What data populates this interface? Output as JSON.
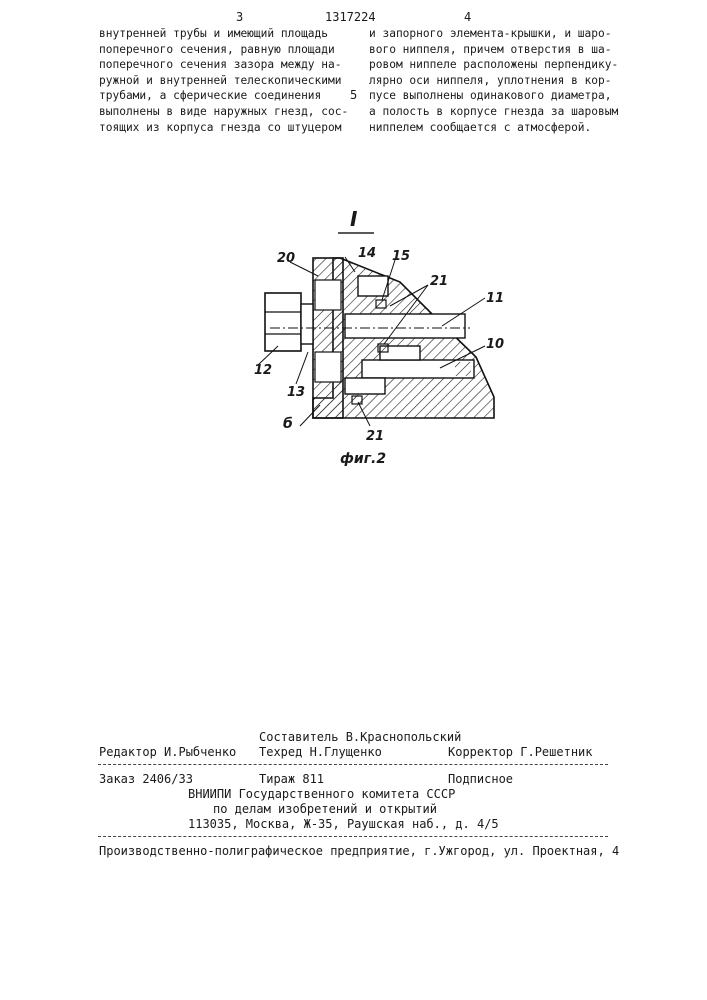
{
  "header": {
    "page_left": "3",
    "patent_number": "1317224",
    "page_right": "4",
    "line_marker": "5"
  },
  "left_column": [
    "внутренней трубы и имеющий площадь",
    "поперечного сечения, равную площади",
    "поперечного сечения зазора между на-",
    "ружной и внутренней телескопическими",
    "трубами, а сферические соединения",
    "выполнены в виде наружных гнезд, сос-",
    "тоящих из корпуса гнезда со штуцером"
  ],
  "right_column": [
    "и запорного элемента-крышки, и шаро-",
    "вого ниппеля, причем отверстия в ша-",
    "ровом ниппеле расположены перпендику-",
    "лярно оси ниппеля, уплотнения в кор-",
    "пусе выполнены одинакового диаметра,",
    "а полость в корпусе гнезда за шаровым",
    "ниппелем сообщается с атмосферой."
  ],
  "figure": {
    "section_label": "I",
    "caption": "фиг.2",
    "labels": {
      "l20": "20",
      "l14": "14",
      "l15": "15",
      "l21a": "21",
      "l11": "11",
      "l10": "10",
      "l12": "12",
      "l13": "13",
      "l6": "б",
      "l21b": "21"
    }
  },
  "colophon": {
    "composer": "Составитель В.Краснопольский",
    "editor": "Редактор И.Рыбченко",
    "techred": "Техред Н.Глущенко",
    "corrector": "Корректор Г.Решетник",
    "order": "Заказ 2406/33",
    "circulation": "Тираж 811",
    "subscription": "Подписное",
    "institute_1": "ВНИИПИ Государственного комитета СССР",
    "institute_2": "по делам изобретений и открытий",
    "address": "113035, Москва, Ж-35, Раушская наб., д. 4/5",
    "printer": "Производственно-полиграфическое предприятие, г.Ужгород, ул. Проектная, 4"
  }
}
